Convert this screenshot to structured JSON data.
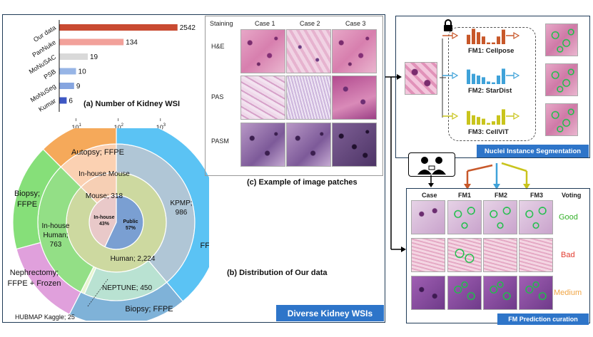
{
  "bar_chart": {
    "caption": "(a) Number of Kidney WSI",
    "ticks": [
      "10",
      "10",
      "10"
    ],
    "tick_exps": [
      "1",
      "2",
      "3"
    ]
  },
  "chart_data": [
    {
      "type": "bar",
      "orientation": "horizontal",
      "x_scale": "log",
      "xlim": [
        4,
        3000
      ],
      "categories": [
        "Our data",
        "PanNuke",
        "MoNuSAC",
        "PSB",
        "MoNuSeg",
        "Kumar"
      ],
      "values": [
        2542,
        134,
        19,
        10,
        9,
        6
      ],
      "colors": [
        "#c94a31",
        "#f2a19a",
        "#d9d9d9",
        "#97b5e6",
        "#86a5e0",
        "#3e57c4"
      ],
      "title": "(a) Number of Kidney WSI"
    },
    {
      "type": "pie",
      "style": "sunburst",
      "title": "(b) Distribution of Our data",
      "inner_ring": [
        {
          "label": "Public",
          "percent": "57%",
          "value": 57,
          "color": "#7a9fd2"
        },
        {
          "label": "In-house",
          "percent": "43%",
          "value": 43,
          "color": "#e9c9c9"
        }
      ],
      "middle_ring": [
        {
          "label": "Human; 2,224",
          "value": 2224,
          "color": "#cdd9a0"
        },
        {
          "label": "Mouse; 318",
          "value": 318,
          "color": "#f6cfb4"
        }
      ],
      "outer_rings": [
        {
          "label": "KPMP; 986",
          "value": 986,
          "color": "#b0c6d6"
        },
        {
          "label": "NEPTUNE; 450",
          "value": 450,
          "color": "#b9e2d2"
        },
        {
          "label": "HUBMAP Kaggle; 25",
          "value": 25,
          "color": "#e8f5d2"
        },
        {
          "label": "In-house Human; 763",
          "value": 763,
          "color": "#93df86"
        },
        {
          "label": "In-house Mouse",
          "value": 318,
          "color": "#fbd1b2"
        }
      ],
      "outermost_ring": [
        {
          "label": "Biopsy; FFPE + Frozen",
          "value": 986,
          "color": "#5bc3f4"
        },
        {
          "label": "Biopsy; FFPE",
          "value": 475,
          "color": "#7fb2d8"
        },
        {
          "label": "Nephrectomy; FFPE + Frozen",
          "value": 430,
          "color": "#e0a0dc"
        },
        {
          "label": "Biopsy; FFPE",
          "value": 333,
          "color": "#86df79"
        },
        {
          "label": "Autopsy; FFPE",
          "value": 318,
          "color": "#f5a95a"
        }
      ]
    }
  ],
  "patches": {
    "caption": "(c) Example of image patches",
    "staining_header": "Staining",
    "cases": [
      "Case 1",
      "Case 2",
      "Case 3"
    ],
    "rows": [
      "H&E",
      "PAS",
      "PASM"
    ]
  },
  "segmentation": {
    "models": [
      "FM1: Cellpose",
      "FM2: StarDist",
      "FM3: CellViT"
    ],
    "bar_heights_fm1": [
      0.55,
      0.9,
      0.7,
      0.45,
      0.1,
      0.1,
      0.45,
      0.85
    ],
    "bar_heights_fm2": [
      0.85,
      0.6,
      0.5,
      0.4,
      0.15,
      0.1,
      0.5,
      0.9
    ],
    "bar_heights_fm3": [
      0.8,
      0.55,
      0.45,
      0.35,
      0.1,
      0.2,
      0.55,
      0.9
    ],
    "colors": {
      "fm1": "#c8582a",
      "fm2": "#3fa2d9",
      "fm3": "#c9c41c"
    },
    "label": "Nuclei Instance Segmentation"
  },
  "curation": {
    "headers": [
      "Case",
      "FM1",
      "FM2",
      "FM3",
      "Voting"
    ],
    "votes": [
      "Good",
      "Bad",
      "Medium"
    ],
    "vote_colors": [
      "#35b12b",
      "#e23b2f",
      "#f0a544"
    ],
    "label": "FM Prediction curation"
  },
  "bottom_label": "Diverse Kidney WSIs"
}
